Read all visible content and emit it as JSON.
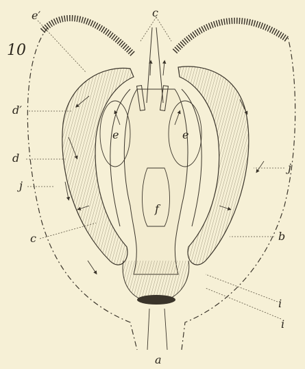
{
  "figure": {
    "number": "10",
    "labels": {
      "a": "a",
      "b": "b",
      "c_top": "c",
      "c_left": "c",
      "d": "d",
      "d_prime": "d′",
      "e_prime": "e′",
      "e_left": "e",
      "e_right": "e",
      "f": "f",
      "i_upper": "i",
      "i_lower": "i",
      "j_left": "j",
      "j_right": "j"
    }
  },
  "colors": {
    "paper": "#f6f0d6",
    "ink": "#3a342a",
    "shade": "#cfc6a8"
  }
}
